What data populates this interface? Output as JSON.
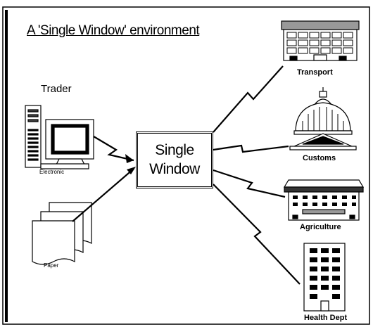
{
  "title": "A 'Single Window' environment",
  "trader_label": "Trader",
  "electronic_label": "Electronic",
  "paper_label": "Paper",
  "single_window": {
    "line1": "Single",
    "line2": "Window"
  },
  "agencies": {
    "transport": "Transport",
    "customs": "Customs",
    "agriculture": "Agriculture",
    "health": "Health Dept"
  }
}
